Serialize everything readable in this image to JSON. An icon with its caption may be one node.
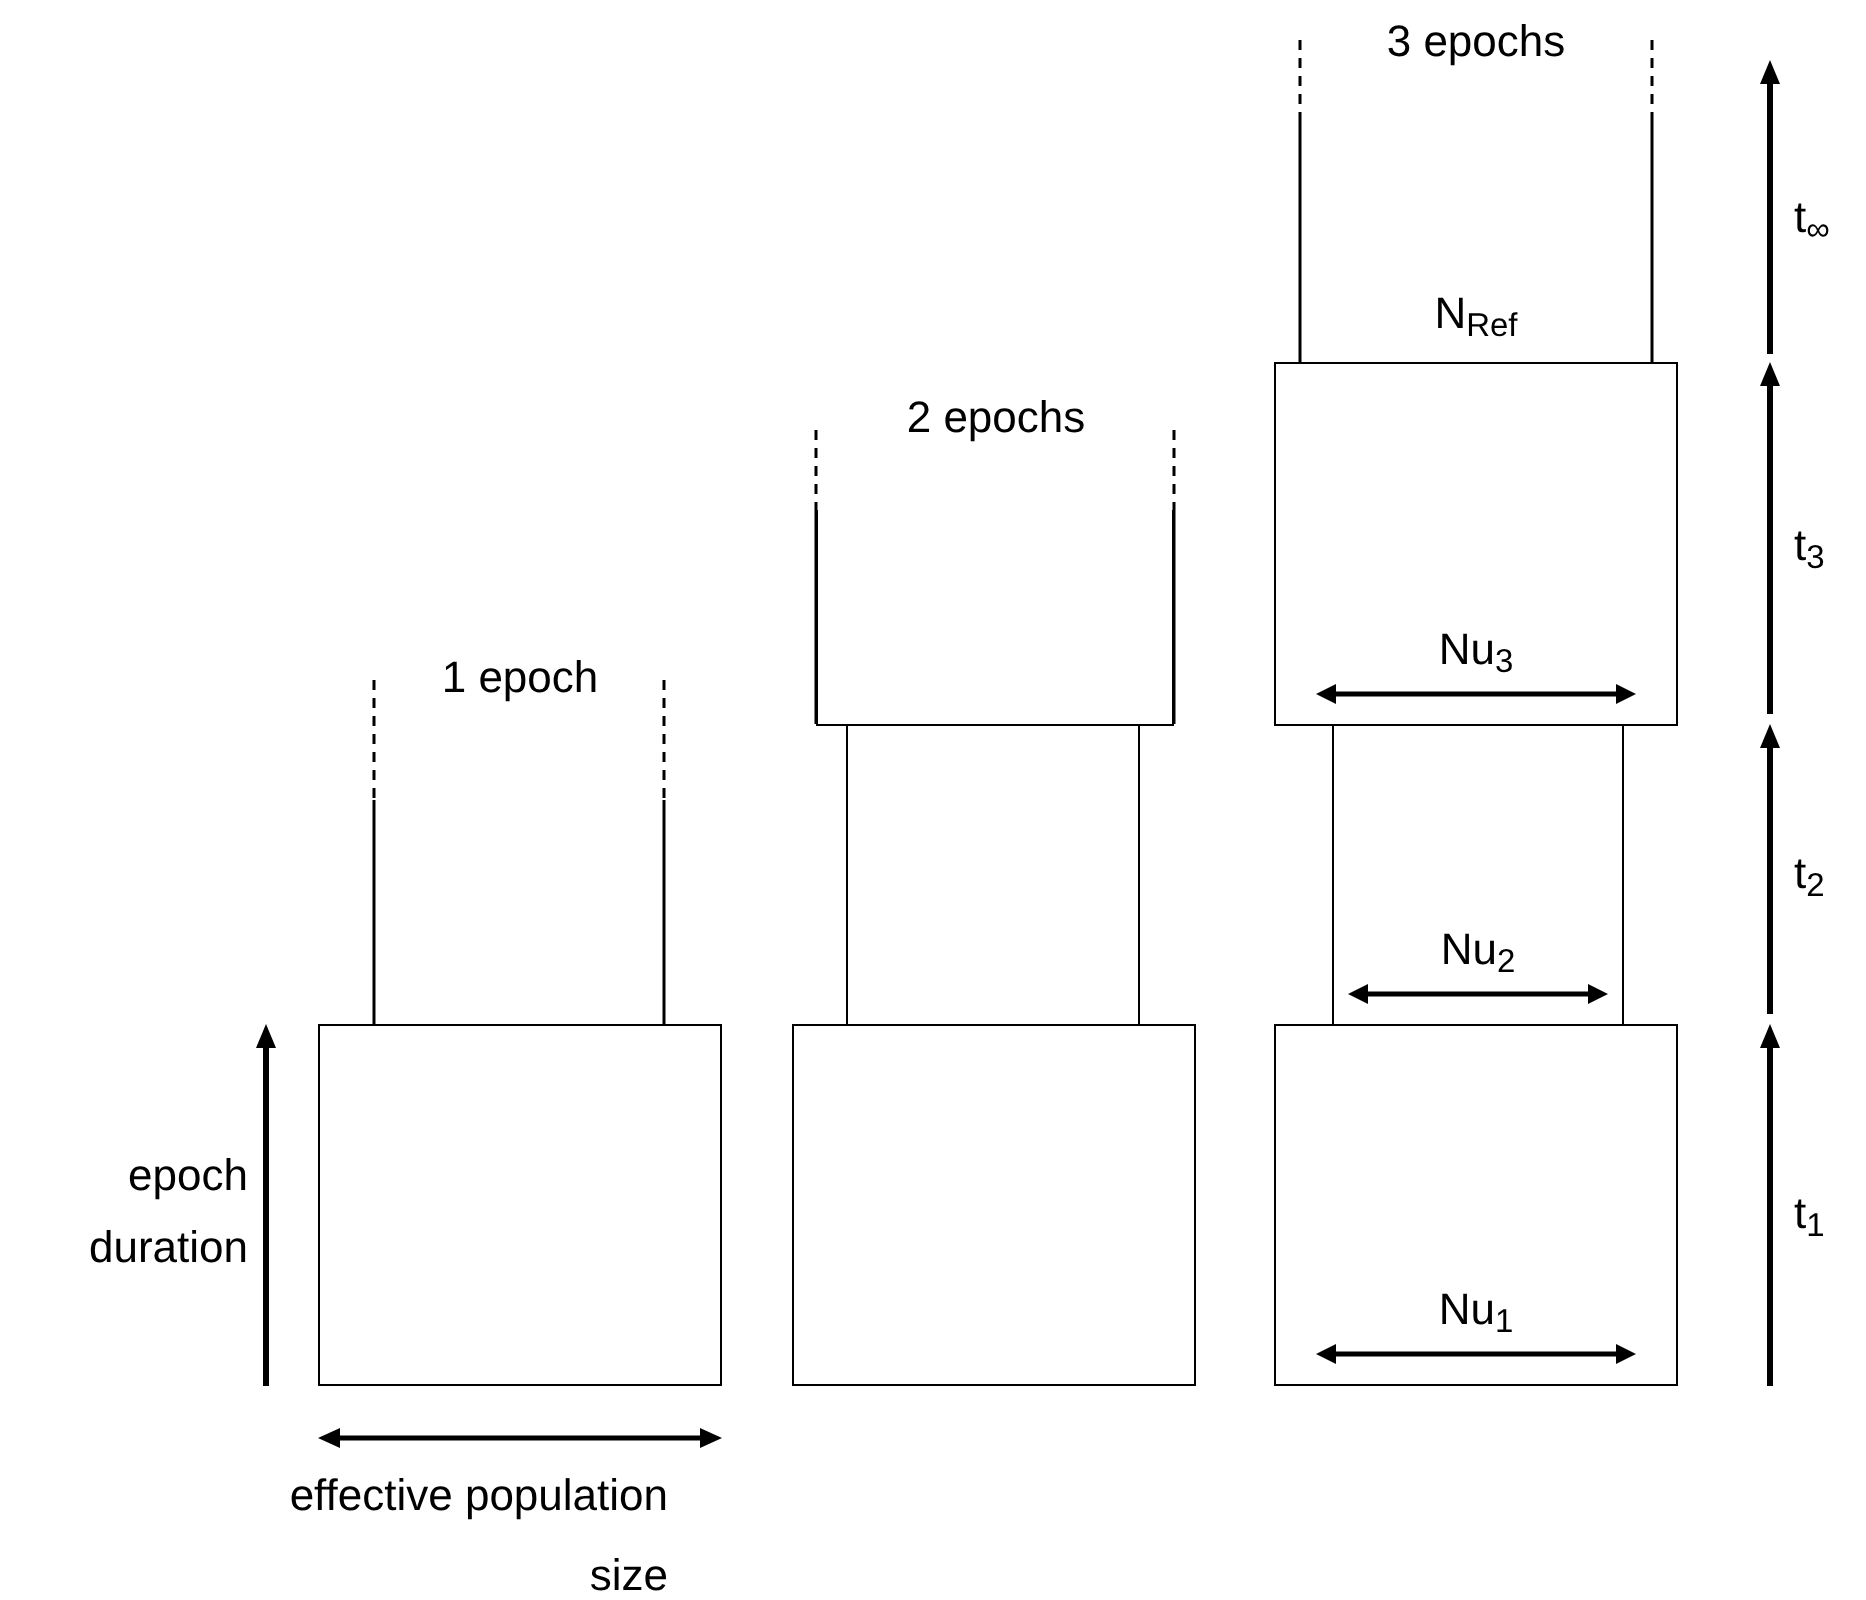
{
  "diagram": {
    "nodes": [
      {
        "text": [],
        "shape": "box"
      },
      {
        "text": [],
        "shape": "box"
      },
      {
        "text": [],
        "shape": "box"
      },
      {
        "text": [],
        "shape": "box"
      },
      {
        "text": [
          "Nu$_{1}$"
        ]
      },
      {
        "text": [
          "Nu$_{2}$"
        ]
      },
      {
        "text": [
          "Nu$_{3}$"
        ]
      }
    ],
    "labels": [
      "1 epoch",
      "2 epochs",
      "3 epochs",
      "N$_{Ref}$",
      "t$_{∞}$",
      "t$_{3}$",
      "t$_{2}$",
      "t$_{1}$",
      "epoch duration",
      "effective population size"
    ]
  }
}
